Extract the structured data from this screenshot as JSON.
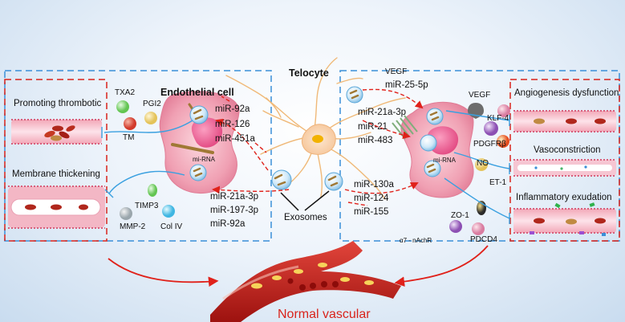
{
  "title": "Telocyte",
  "endothelial_cell": "Endothelial cell",
  "exosomes": "Exosomes",
  "normal_vascular": "Normal vascular",
  "left_panels": {
    "thrombotic": "Promoting thrombotic",
    "membrane": "Membrane thickening"
  },
  "right_panels": {
    "angiogenesis": "Angiogenesis dysfunction",
    "vasoconstriction": "Vasoconstriction",
    "inflammatory": "Inflammatory exudation"
  },
  "left_cell_labels": {
    "mirna": "mi-RNA",
    "txa2": "TXA2",
    "pgi2": "PGI2",
    "tm": "TM",
    "timp3": "TIMP3",
    "mmp2": "MMP-2",
    "col4": "Col IV"
  },
  "left_mirs_top": [
    "miR-92a",
    "miR-126",
    "miR-451a"
  ],
  "left_mirs_bottom": [
    "miR-21a-3p",
    "miR-197-3p",
    "miR-92a"
  ],
  "right_mirs_vegf": {
    "vegf": "VEGF",
    "mir": "miR-25-5p"
  },
  "right_mirs_mid": [
    "miR-21a-3p",
    "miR-21",
    "miR-483"
  ],
  "right_mirs_bottom": [
    "miR-130a",
    "miR-124",
    "miR-155"
  ],
  "right_cell_labels": {
    "mirna": "mi-RNA",
    "vegf": "VEGF",
    "klf4": "KLF-4",
    "pdgfrb": "PDGFRβ",
    "no": "NO",
    "et1": "ET-1",
    "zo1": "ZO-1",
    "a7": "α7 - nAchR",
    "pdcd4": "PDCD4"
  },
  "colors": {
    "panel_border_blue": "#3a8fd8",
    "panel_border_red": "#d9231b",
    "arrow_red": "#e0211a",
    "inhibit_blue": "#3aa0e0",
    "cell_pink": "#f1a6b6",
    "vessel_red": "#c8201a"
  }
}
